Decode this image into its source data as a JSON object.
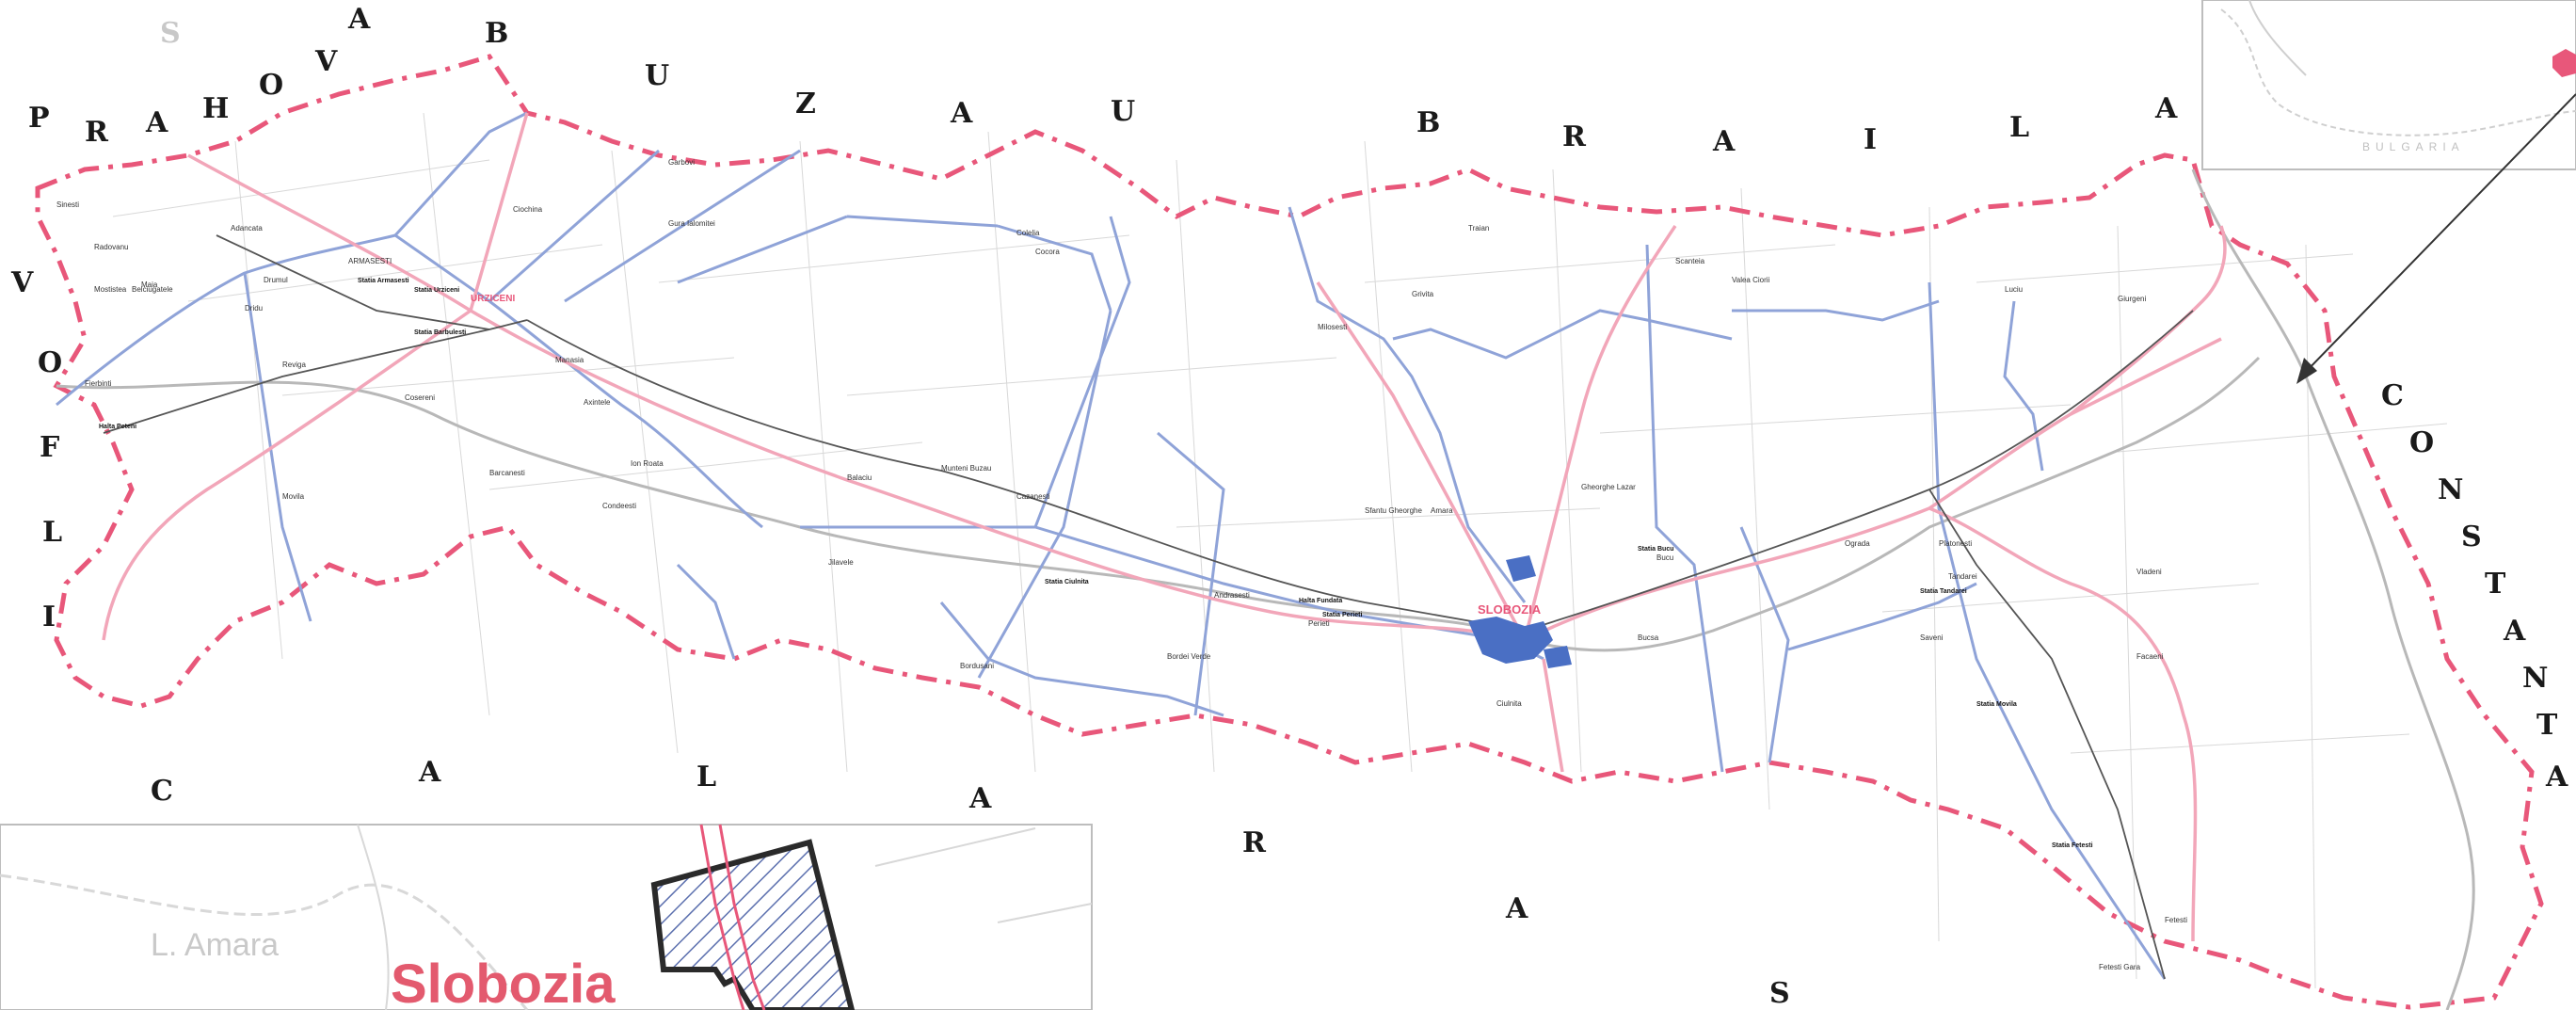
{
  "colors": {
    "border": "#e8577a",
    "road_national": "#f2a6b9",
    "road_county": "#8fa3d8",
    "railway": "#555555",
    "urban_area": "#4a6fc4",
    "grid": "#d8d8d8"
  },
  "neighbors": {
    "prahova": [
      "P",
      "R",
      "A",
      "H",
      "O",
      "V",
      "A"
    ],
    "buzau": [
      "B",
      "U",
      "Z",
      "A",
      "U"
    ],
    "braila": [
      "B",
      "R",
      "A",
      "I",
      "L",
      "A"
    ],
    "constanta": [
      "C",
      "O",
      "N",
      "S",
      "T",
      "A",
      "N",
      "T",
      "A"
    ],
    "calarasi": [
      "C",
      "A",
      "L",
      "A",
      "R",
      "A",
      "S"
    ],
    "ilfov": [
      "I",
      "L",
      "F",
      "O",
      "V"
    ],
    "corner_letter": "S"
  },
  "main_city": "SLOBOZIA",
  "localities": [
    "Sinesti",
    "Radovanu",
    "Belciugatele",
    "Mostistea",
    "Drumul",
    "ARMASESTI",
    "URZICENI",
    "Adancata",
    "Manasia",
    "Ciochina",
    "Axintele",
    "Gura Ialomitei",
    "Balaciu",
    "Grivita",
    "Dridu",
    "Reviga",
    "Fierbinti",
    "Movila",
    "Condeesti",
    "Ion Roata",
    "Cosereni",
    "Andrasesti",
    "Cocora",
    "Sfantu Gheorghe",
    "Amara",
    "Bucu",
    "Scanteia",
    "Traian",
    "Perieti",
    "Fetesti",
    "Vladeni",
    "Facaeni",
    "Tandarei",
    "Giurgeni",
    "Milosesti",
    "Garbovi",
    "Barcanesti",
    "Munteni Buzau",
    "Cazanesti",
    "Ograda",
    "Bordusani",
    "Ciulnita",
    "Valea Ciorii",
    "Saveni",
    "Maia",
    "Colelia",
    "Gheorghe Lazar",
    "Platonesti",
    "Luciu",
    "Bucsa",
    "Fetesti Gara",
    "Jilavele",
    "Bordei Verde"
  ],
  "stations": [
    "Halta Peteni",
    "Statia Urziceni",
    "Statia Armasesti",
    "Statia Barbulesti",
    "Statia Bucu",
    "Halta Fundata",
    "Statia Perieti",
    "Statia Tandarei",
    "Statia Ciulnita",
    "Statia Movila",
    "Statia Fetesti"
  ],
  "inset": {
    "city": "Slobozia",
    "lake": "L. Amara"
  },
  "locator": {
    "label": "BULGARIA",
    "arrow_label": ""
  }
}
